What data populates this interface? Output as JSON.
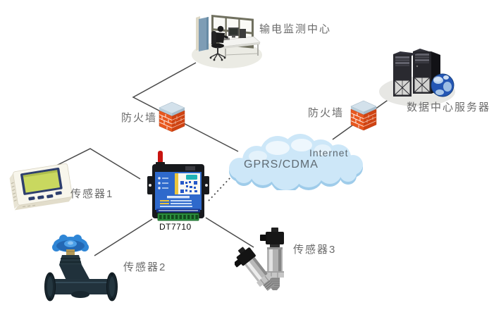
{
  "diagram": {
    "type": "network-topology",
    "nodes": {
      "monitoring_center": {
        "label": "输电监测中心"
      },
      "data_center": {
        "label": "数据中心服务器"
      },
      "firewall_left": {
        "label": "防火墙"
      },
      "firewall_right": {
        "label": "防火墙"
      },
      "cloud": {
        "network": "GPRS/CDMA",
        "internet": "Internet"
      },
      "dtu": {
        "label": "DT7710"
      },
      "sensor1": {
        "label": "传感器1"
      },
      "sensor2": {
        "label": "传感器2"
      },
      "sensor3": {
        "label": "传感器3"
      }
    },
    "connections": [
      {
        "from": "monitoring_center",
        "to": "cloud",
        "via": "firewall_left",
        "style": "solid"
      },
      {
        "from": "data_center",
        "to": "cloud",
        "via": "firewall_right",
        "style": "solid"
      },
      {
        "from": "sensor1",
        "to": "dtu",
        "style": "solid"
      },
      {
        "from": "dtu",
        "to": "sensor2",
        "style": "solid"
      },
      {
        "from": "dtu",
        "to": "sensor3",
        "style": "solid"
      },
      {
        "from": "dtu",
        "to": "cloud",
        "style": "dashed"
      }
    ],
    "colors": {
      "connection_line": "#4a4a4a",
      "label_text": "#6b6b6b",
      "cloud_fill": "#cde7f8",
      "firewall_brick": "#e8581f",
      "firewall_lid": "#d3e1eb",
      "dtu_body_blue": "#2e69cc",
      "dtu_antenna_red": "#c81410",
      "dtu_terminal_green": "#2c9140",
      "valve_handle_blue": "#2f86d6",
      "globe_blue": "#2456b4",
      "sensor1_screen": "#c9d85f"
    }
  }
}
